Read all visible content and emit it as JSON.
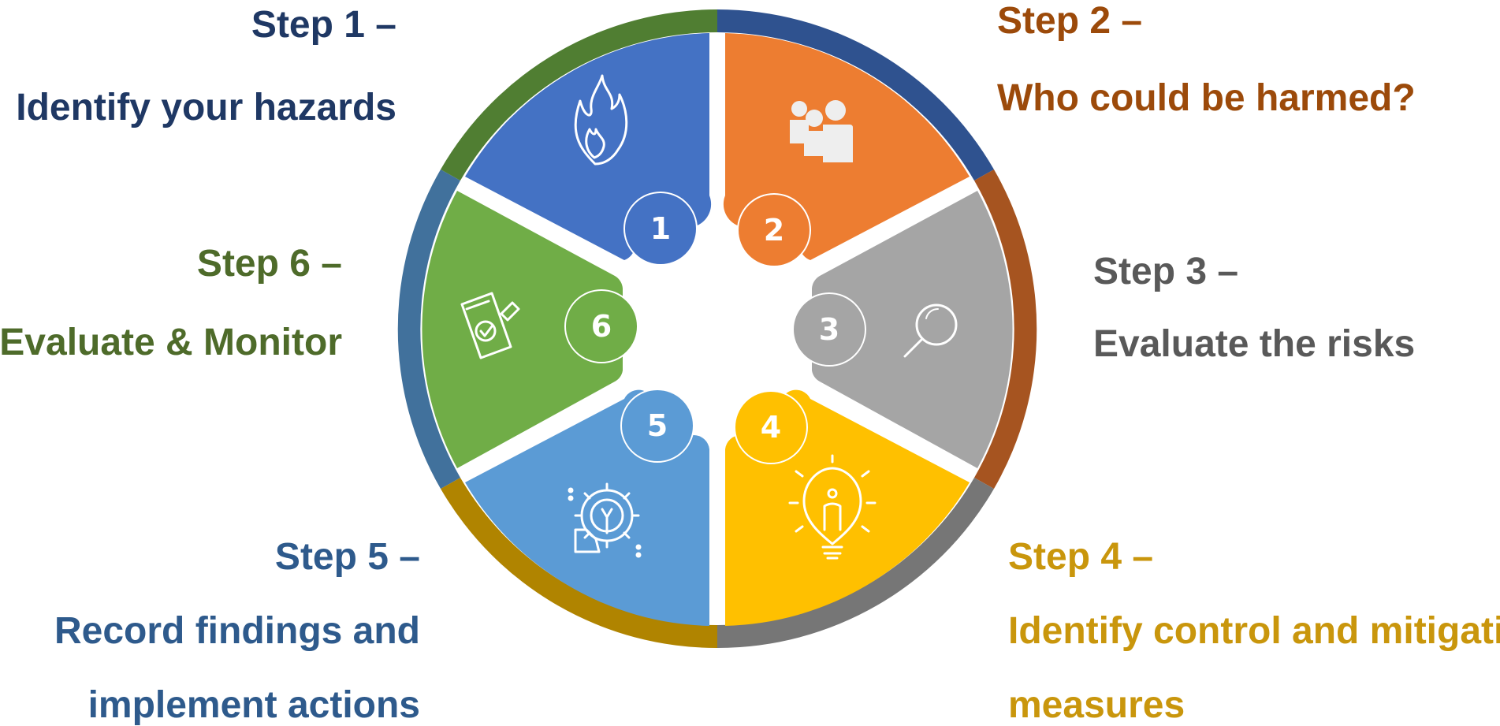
{
  "steps": [
    {
      "number": "1",
      "heading": "Step 1 –",
      "text_lines": [
        "Identify your hazards"
      ],
      "color": "#4472C4",
      "ring_color": "#2F528F",
      "text_color": "#1F3864",
      "icon": "fire-icon"
    },
    {
      "number": "2",
      "heading": "Step 2 –",
      "text_lines": [
        "Who could be harmed?"
      ],
      "color": "#ED7D31",
      "ring_color": "#A65420",
      "text_color": "#9C4A0A",
      "icon": "people-icon"
    },
    {
      "number": "3",
      "heading": "Step 3 –",
      "text_lines": [
        "Evaluate the risks"
      ],
      "color": "#A5A5A5",
      "ring_color": "#767676",
      "text_color": "#595959",
      "icon": "magnifier-icon"
    },
    {
      "number": "4",
      "heading": "Step 4 –",
      "text_lines": [
        "Identify control and mitigation",
        "measures"
      ],
      "color": "#FFC000",
      "ring_color": "#B08400",
      "text_color": "#C9960C",
      "icon": "lightbulb-person-icon"
    },
    {
      "number": "5",
      "heading": "Step 5 –",
      "text_lines": [
        "Record findings and",
        "implement actions"
      ],
      "color": "#5B9BD5",
      "ring_color": "#41719C",
      "text_color": "#2E5A8C",
      "icon": "gear-wrench-icon"
    },
    {
      "number": "6",
      "heading": "Step 6 –",
      "text_lines": [
        "Evaluate & Monitor"
      ],
      "color": "#70AD47",
      "ring_color": "#507E32",
      "text_color": "#4E6B2A",
      "icon": "clipboard-check-icon"
    }
  ]
}
